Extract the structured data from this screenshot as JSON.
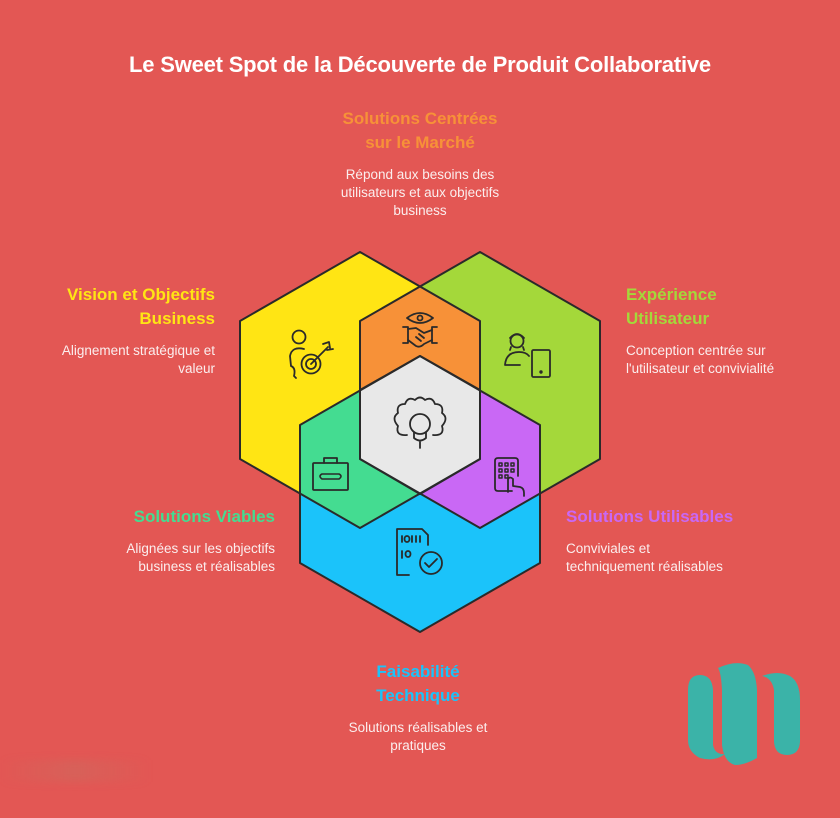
{
  "title": "Le Sweet Spot de la Découverte de Produit Collaborative",
  "colors": {
    "background": "#e35754",
    "yellow": "#ffe514",
    "lime": "#a4d83a",
    "blue": "#1bc3fa",
    "orange": "#f79138",
    "green": "#44dc91",
    "purple": "#c968f5",
    "gray": "#e8e8e8",
    "outline": "#2a2a2a",
    "logo": "#3bb3a8"
  },
  "sections": {
    "market": {
      "heading_line1": "Solutions Centrées",
      "heading_line2": "sur le Marché",
      "desc_line1": "Répond aux besoins des",
      "desc_line2": "utilisateurs et aux objectifs",
      "desc_line3": "business",
      "color": "#f79138",
      "icon": "handshake-eye-icon"
    },
    "vision": {
      "heading_line1": "Vision et Objectifs",
      "heading_line2": "Business",
      "desc_line1": "Alignement stratégique et",
      "desc_line2": "valeur",
      "color": "#ffe514",
      "icon": "person-target-icon"
    },
    "ux": {
      "heading_line1": "Expérience",
      "heading_line2": "Utilisateur",
      "desc_line1": "Conception centrée sur",
      "desc_line2": "l'utilisateur et convivialité",
      "color": "#a4d83a",
      "icon": "user-tablet-icon"
    },
    "viable": {
      "heading_line1": "Solutions Viables",
      "desc_line1": "Alignées sur les objectifs",
      "desc_line2": "business et réalisables",
      "color": "#44dc91",
      "icon": "toolbox-icon"
    },
    "usable": {
      "heading_line1": "Solutions Utilisables",
      "desc_line1": "Conviviales et",
      "desc_line2": "techniquement réalisables",
      "color": "#c968f5",
      "icon": "touch-keypad-icon"
    },
    "tech": {
      "heading_line1": "Faisabilité",
      "heading_line2": "Technique",
      "desc_line1": "Solutions réalisables et",
      "desc_line2": "pratiques",
      "color": "#1bc3fa",
      "icon": "binary-file-check-icon"
    },
    "center": {
      "icon": "gear-lightbulb-icon"
    }
  }
}
